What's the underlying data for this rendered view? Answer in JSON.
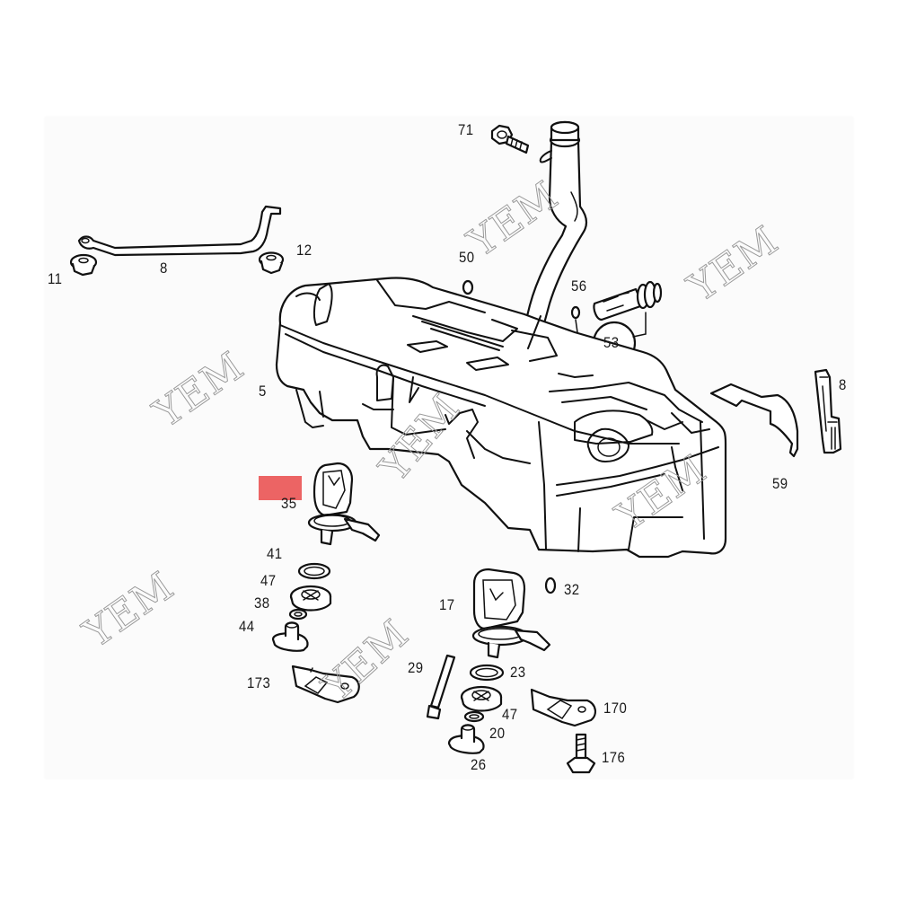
{
  "diagram": {
    "title": "Fuel tank assembly exploded parts diagram",
    "background_panel_color": "#fbfbfb",
    "line_color": "#111111",
    "highlight": {
      "color": "#ec6464",
      "part_label": "35"
    },
    "callouts": [
      {
        "id": "c71",
        "label": "71",
        "part": "bolt"
      },
      {
        "id": "c11",
        "label": "11",
        "part": "nut"
      },
      {
        "id": "c8a",
        "label": "8",
        "part": "tension strap"
      },
      {
        "id": "c12",
        "label": "12",
        "part": "nut"
      },
      {
        "id": "c50",
        "label": "50",
        "part": "sealing ring"
      },
      {
        "id": "c56",
        "label": "56",
        "part": "sealing ring"
      },
      {
        "id": "c53",
        "label": "53",
        "part": "filter (circled reference)"
      },
      {
        "id": "c5",
        "label": "5",
        "part": "fuel tank"
      },
      {
        "id": "c8b",
        "label": "8",
        "part": "tension strap"
      },
      {
        "id": "c59",
        "label": "59",
        "part": "heat shield"
      },
      {
        "id": "c35",
        "label": "35",
        "part": "fuel pump / sender unit (highlighted)"
      },
      {
        "id": "c41",
        "label": "41",
        "part": "seal"
      },
      {
        "id": "c47a",
        "label": "47",
        "part": "retaining ring"
      },
      {
        "id": "c38",
        "label": "38",
        "part": "seal"
      },
      {
        "id": "c44",
        "label": "44",
        "part": "cover plug"
      },
      {
        "id": "c173",
        "label": "173",
        "part": "bracket"
      },
      {
        "id": "c29",
        "label": "29",
        "part": "stud"
      },
      {
        "id": "c17",
        "label": "17",
        "part": "fuel level sender"
      },
      {
        "id": "c32",
        "label": "32",
        "part": "sealing ring"
      },
      {
        "id": "c23",
        "label": "23",
        "part": "seal"
      },
      {
        "id": "c47b",
        "label": "47",
        "part": "retaining ring"
      },
      {
        "id": "c20",
        "label": "20",
        "part": "seal"
      },
      {
        "id": "c26",
        "label": "26",
        "part": "cover plug"
      },
      {
        "id": "c170",
        "label": "170",
        "part": "bracket"
      },
      {
        "id": "c176",
        "label": "176",
        "part": "bolt"
      }
    ],
    "watermarks": [
      {
        "text": "YEM"
      },
      {
        "text": "YEM"
      },
      {
        "text": "YEM"
      },
      {
        "text": "YEM"
      },
      {
        "text": "YEM"
      },
      {
        "text": "YEM"
      },
      {
        "text": "YEM"
      }
    ]
  }
}
